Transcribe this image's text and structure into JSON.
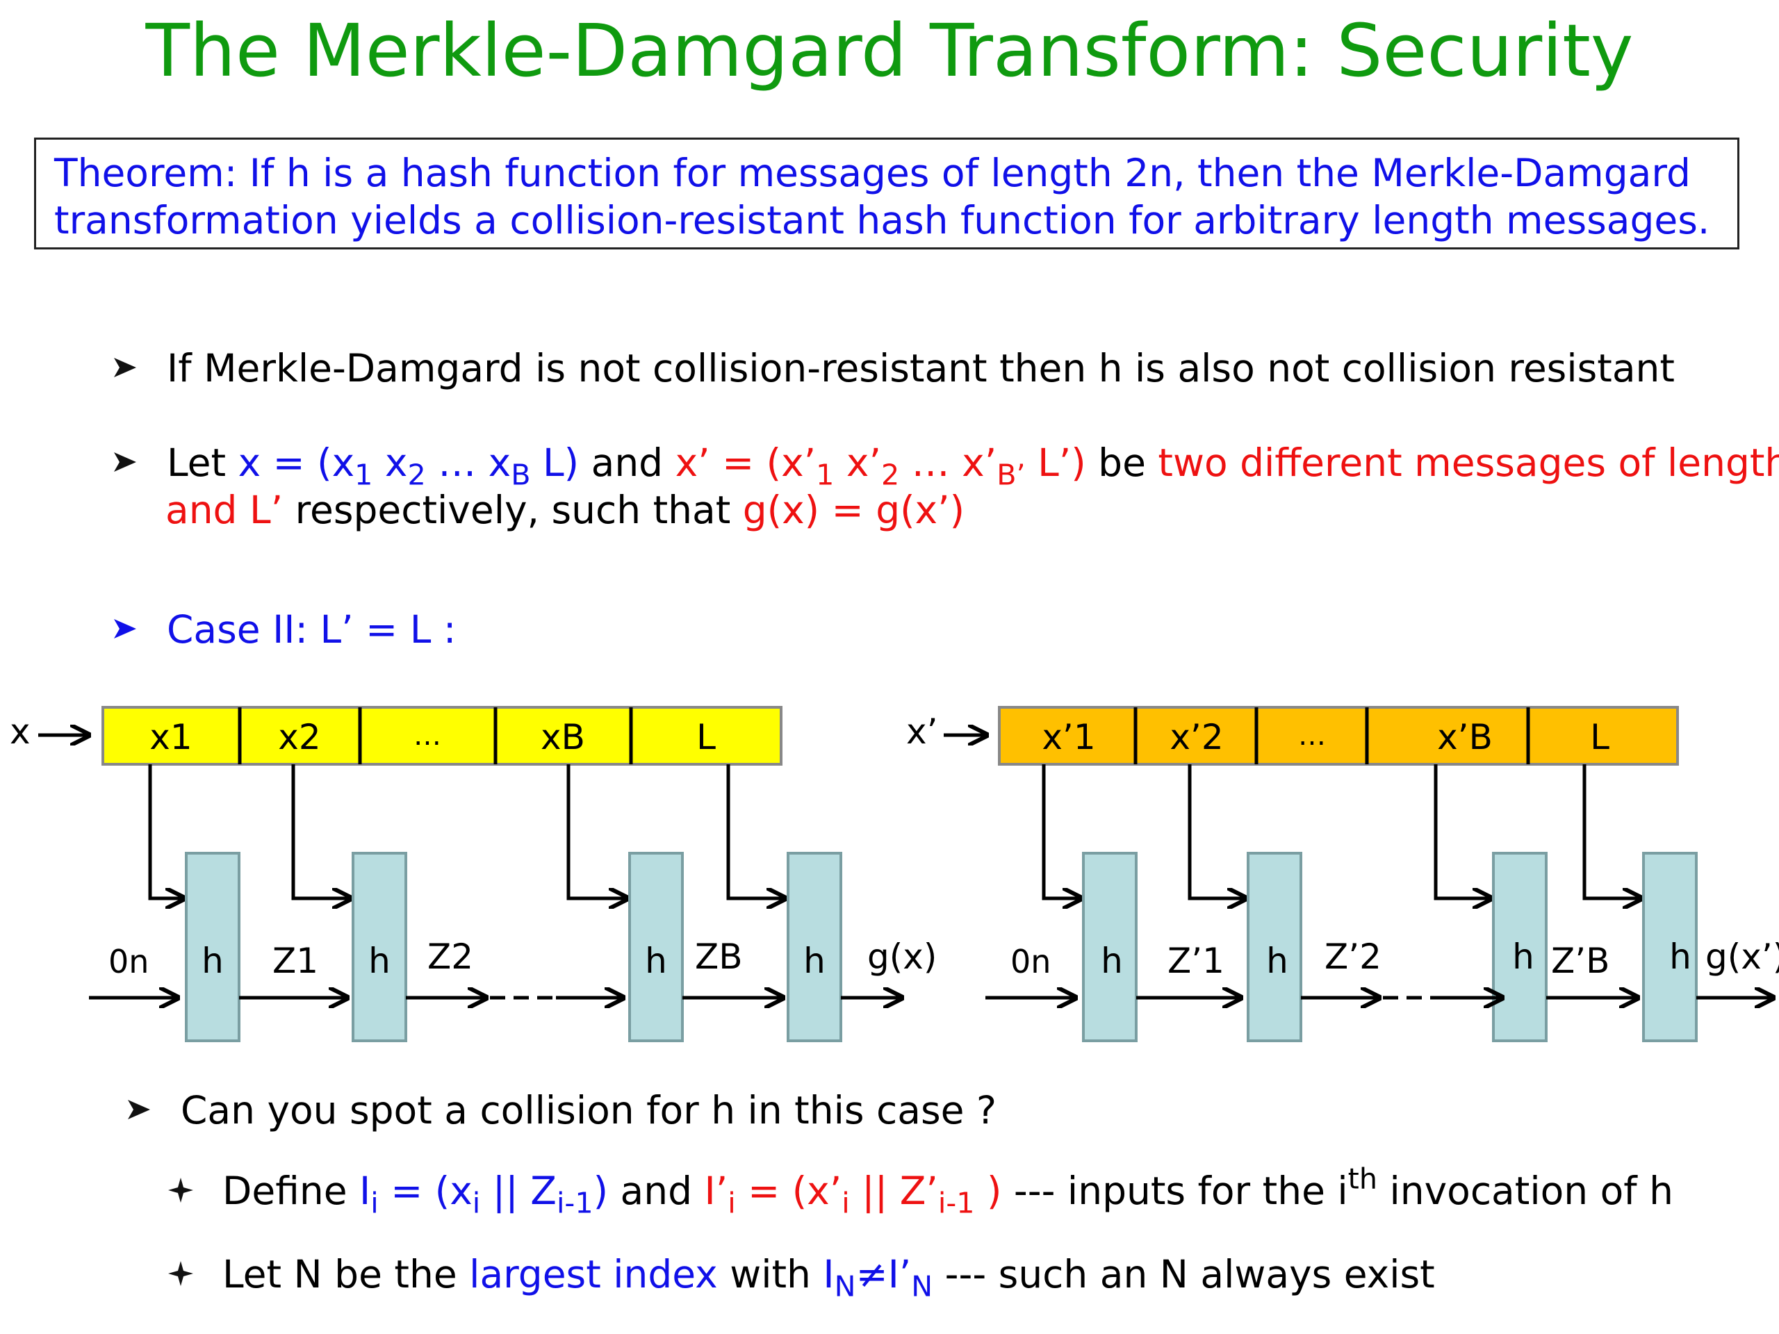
{
  "title": "The Merkle-Damgard Transform: Security",
  "theorem": {
    "line1": "Theorem: If h is a hash function for messages of length 2n, then the Merkle-Damgard",
    "line2": "transformation yields a collision-resistant hash function for arbitrary length messages."
  },
  "bullet1": "If Merkle-Damgard is not collision-resistant then h is also not collision resistant",
  "bullet2": {
    "let": "Let ",
    "x_def_a": "x = (x",
    "x_sub1": "1",
    "x_def_b": " x",
    "x_sub2": "2",
    "x_def_c": " … x",
    "x_subB": "B",
    "x_def_d": " L)",
    "and": " and ",
    "xp_def_a": "x’ = (x’",
    "xp_sub1": "1",
    "xp_def_b": " x’",
    "xp_sub2": "2",
    "xp_def_c": " … x’",
    "xp_subB": "B’",
    "xp_def_d": " L’)",
    "be": " be ",
    "red1": "two different messages of length L",
    "red2": "and L’",
    "resp": " respectively, such that ",
    "geq": "g(x) = g(x’)"
  },
  "case": "Case II: L’ = L :",
  "diagram_left": {
    "input_label": "x",
    "cells": [
      "x1",
      "x2",
      "…",
      "xB",
      "L"
    ],
    "iv": "0n",
    "box_label": "h",
    "z1": "Z1",
    "z2": "Z2",
    "zB": "ZB",
    "output": "g(x)",
    "fill": "#ffff00"
  },
  "diagram_right": {
    "input_label": "x’",
    "cells": [
      "x’1",
      "x’2",
      "…",
      "x’B",
      "L"
    ],
    "iv": "0n",
    "box_label": "h",
    "z1": "Z’1",
    "z2": "Z’2",
    "zB": "Z’B",
    "output": "g(x’)",
    "fill": "#ffc000"
  },
  "hbox_fill": "#b8dde0",
  "bullet3": "Can you spot a collision for h in this case ?",
  "bullet4": {
    "define": "Define ",
    "ii": "I",
    "ii_sub": "i",
    "ii_def_a": " = (x",
    "ii_def_sub1": "i",
    "ii_def_b": " || Z",
    "ii_def_sub2": "i-1",
    "ii_def_c": ")",
    "and": " and ",
    "iip": "I’",
    "iip_sub": "i",
    "iip_def_a": " = (x’",
    "iip_def_sub1": "i",
    "iip_def_b": " || Z’",
    "iip_def_sub2": "i-1",
    "iip_def_c": " )",
    "rest_a": " --- inputs for the i",
    "rest_sup": "th",
    "rest_b": " invocation of h"
  },
  "bullet5": {
    "a": "Let N be the ",
    "largest": "largest index",
    "b": " with ",
    "in": "I",
    "in_sub": "N",
    "neq": "≠",
    "inp": "I’",
    "inp_sub": "N",
    "c": " --- such an N always exist"
  }
}
